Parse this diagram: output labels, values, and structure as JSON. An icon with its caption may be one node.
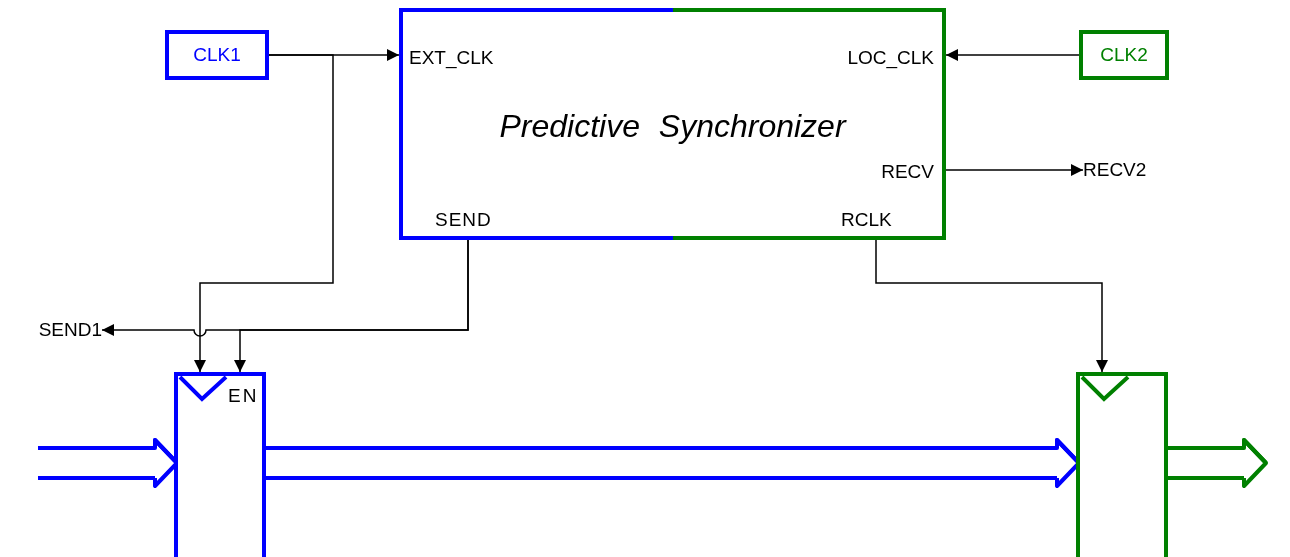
{
  "diagram": {
    "nodes": [
      {
        "text": [
          "CLK1"
        ]
      },
      {
        "text": [
          "EXT_CLK",
          "LOC_CLK",
          "Predictive Synchronizer",
          "RECV",
          "SEND",
          "RCLK"
        ]
      },
      {
        "text": [
          "CLK2"
        ]
      },
      {
        "text": [
          "RECV2"
        ]
      },
      {
        "text": [
          "SEND1"
        ]
      },
      {
        "text": [
          "EN"
        ]
      },
      {
        "text": [],
        "shape": "box"
      }
    ],
    "edges": [
      {
        "from": 0,
        "to": 1,
        "arrow": "to"
      },
      {
        "from": 0,
        "to": 5,
        "arrow": "to"
      },
      {
        "from": 2,
        "to": 1,
        "arrow": "to"
      },
      {
        "from": 1,
        "to": 3,
        "arrow": "to"
      },
      {
        "from": 1,
        "to": 4,
        "arrow": "to"
      },
      {
        "from": 1,
        "to": 5,
        "arrow": "to"
      },
      {
        "from": 1,
        "to": 6,
        "arrow": "to"
      },
      {
        "from": null,
        "to": 5,
        "arrow": "to",
        "style": "thick",
        "color": "#0000ff"
      },
      {
        "from": 5,
        "to": 6,
        "arrow": "to",
        "style": "thick",
        "color": "#0000ff"
      },
      {
        "from": 6,
        "to": null,
        "arrow": "to",
        "style": "thick",
        "color": "#008000"
      }
    ]
  }
}
